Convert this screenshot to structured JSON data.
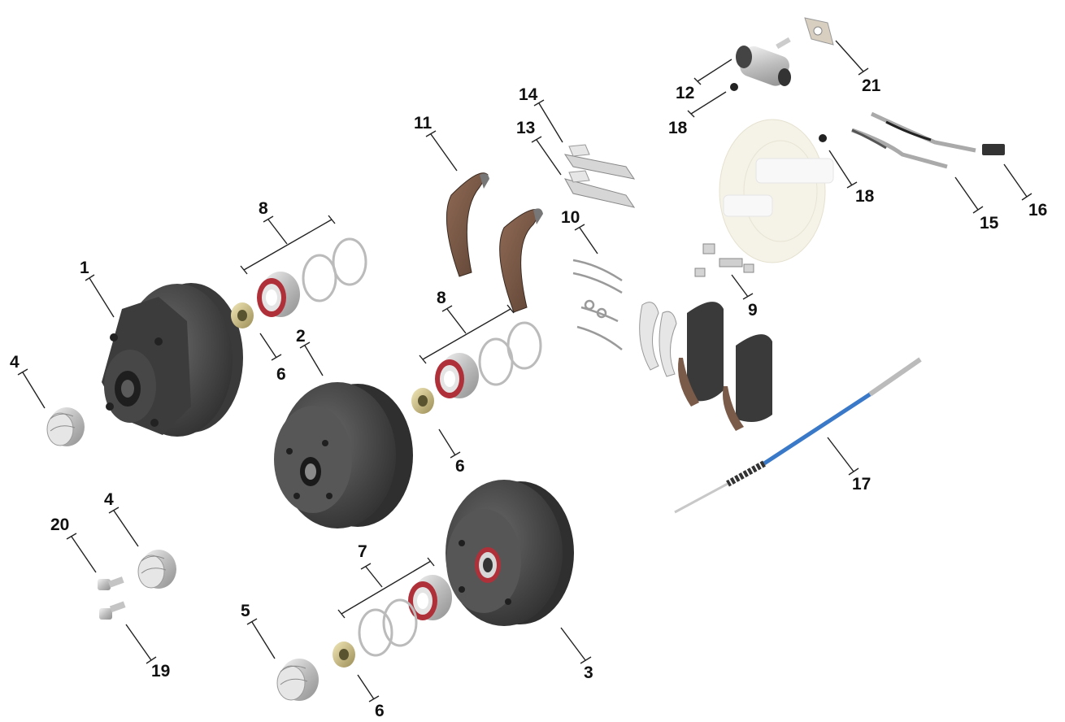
{
  "diagram": {
    "callouts": [
      {
        "id": "c1",
        "label": "1"
      },
      {
        "id": "c2",
        "label": "2"
      },
      {
        "id": "c3",
        "label": "3"
      },
      {
        "id": "c4a",
        "label": "4"
      },
      {
        "id": "c4b",
        "label": "4"
      },
      {
        "id": "c5",
        "label": "5"
      },
      {
        "id": "c6a",
        "label": "6"
      },
      {
        "id": "c6b",
        "label": "6"
      },
      {
        "id": "c6c",
        "label": "6"
      },
      {
        "id": "c7",
        "label": "7"
      },
      {
        "id": "c8a",
        "label": "8"
      },
      {
        "id": "c8b",
        "label": "8"
      },
      {
        "id": "c9",
        "label": "9"
      },
      {
        "id": "c10",
        "label": "10"
      },
      {
        "id": "c11",
        "label": "11"
      },
      {
        "id": "c12",
        "label": "12"
      },
      {
        "id": "c13",
        "label": "13"
      },
      {
        "id": "c14",
        "label": "14"
      },
      {
        "id": "c15",
        "label": "15"
      },
      {
        "id": "c16",
        "label": "16"
      },
      {
        "id": "c17",
        "label": "17"
      },
      {
        "id": "c18a",
        "label": "18"
      },
      {
        "id": "c18b",
        "label": "18"
      },
      {
        "id": "c19",
        "label": "19"
      },
      {
        "id": "c20",
        "label": "20"
      },
      {
        "id": "c21",
        "label": "21"
      }
    ]
  },
  "colors": {
    "drum": "#4a4a4a",
    "drum_dark": "#2f2f2f",
    "metal": "#c9c9c9",
    "lining": "#7a5a48",
    "bearing_seal": "#b0303a",
    "cable": "#3a78c8",
    "backplate": "#f2efe0",
    "label": "#111111"
  }
}
